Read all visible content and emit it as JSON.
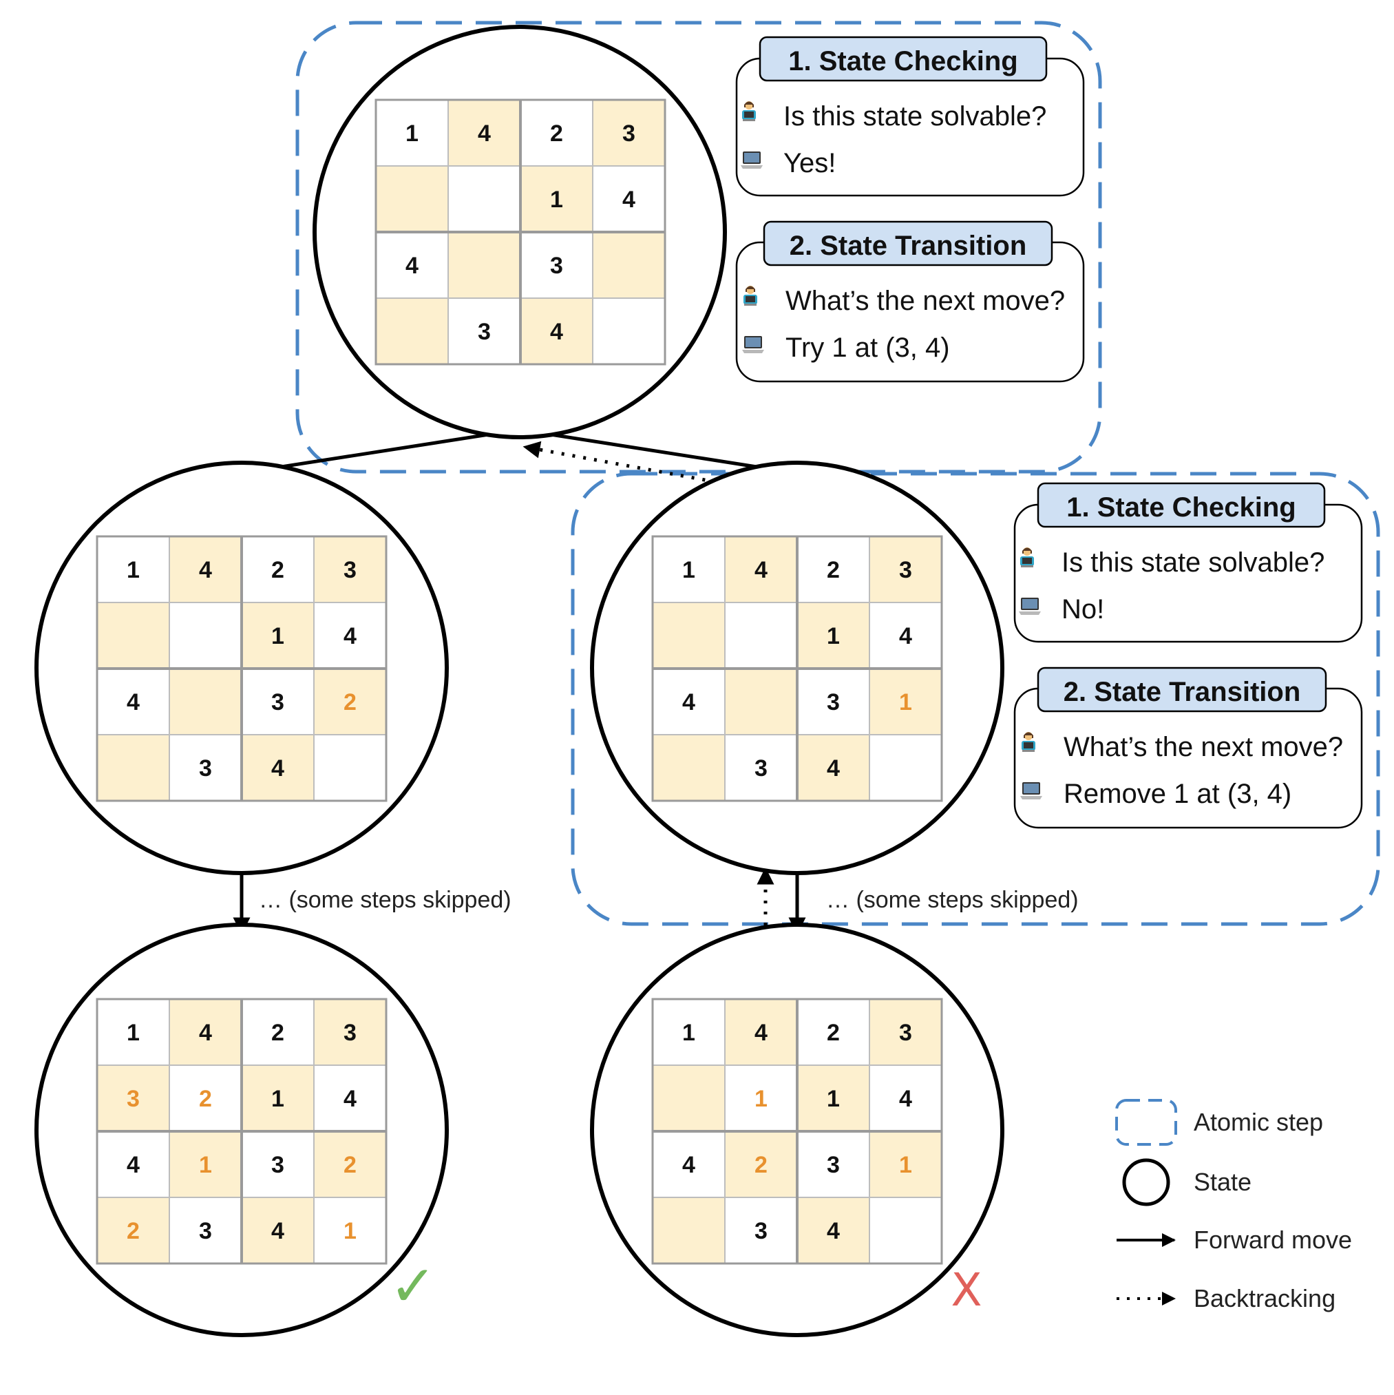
{
  "colors": {
    "shaded": "#fdf0cf",
    "plain": "#ffffff",
    "filled": "#e8912e",
    "given": "#111111",
    "dashed": "#4a86c6",
    "tab": "#cfe0f3",
    "success": "#74b95d",
    "failure": "#e0605a"
  },
  "icons": {
    "asker": "person-at-laptop-icon",
    "answerer": "laptop-icon"
  },
  "states": [
    {
      "name": "state-root",
      "cells": [
        [
          "1",
          "4",
          "2",
          "3"
        ],
        [
          "",
          "",
          "1",
          "4"
        ],
        [
          "4",
          "",
          "3",
          ""
        ],
        [
          "",
          "3",
          "4",
          ""
        ]
      ],
      "filled": []
    },
    {
      "name": "state-left",
      "cells": [
        [
          "1",
          "4",
          "2",
          "3"
        ],
        [
          "",
          "",
          "1",
          "4"
        ],
        [
          "4",
          "",
          "3",
          "2"
        ],
        [
          "",
          "3",
          "4",
          ""
        ]
      ],
      "filled": [
        [
          2,
          3
        ]
      ]
    },
    {
      "name": "state-right",
      "cells": [
        [
          "1",
          "4",
          "2",
          "3"
        ],
        [
          "",
          "",
          "1",
          "4"
        ],
        [
          "4",
          "",
          "3",
          "1"
        ],
        [
          "",
          "3",
          "4",
          ""
        ]
      ],
      "filled": [
        [
          2,
          3
        ]
      ]
    },
    {
      "name": "state-solved",
      "cells": [
        [
          "1",
          "4",
          "2",
          "3"
        ],
        [
          "3",
          "2",
          "1",
          "4"
        ],
        [
          "4",
          "1",
          "3",
          "2"
        ],
        [
          "2",
          "3",
          "4",
          "1"
        ]
      ],
      "filled": [
        [
          1,
          0
        ],
        [
          1,
          1
        ],
        [
          2,
          1
        ],
        [
          2,
          3
        ],
        [
          3,
          0
        ],
        [
          3,
          3
        ]
      ],
      "mark": "✓"
    },
    {
      "name": "state-dead-end",
      "cells": [
        [
          "1",
          "4",
          "2",
          "3"
        ],
        [
          "",
          "1",
          "1",
          "4"
        ],
        [
          "4",
          "2",
          "3",
          "1"
        ],
        [
          "",
          "3",
          "4",
          ""
        ]
      ],
      "filled": [
        [
          1,
          1
        ],
        [
          2,
          1
        ],
        [
          2,
          3
        ]
      ],
      "mark": "X"
    }
  ],
  "steps": [
    {
      "checking": {
        "title": "1. State Checking",
        "question": "Is this state solvable?",
        "answer": "Yes!"
      },
      "transition": {
        "title": "2. State Transition",
        "question": "What’s the next move?",
        "answer": "Try 1 at (3, 4)"
      }
    },
    {
      "checking": {
        "title": "1. State Checking",
        "question": "Is this state solvable?",
        "answer": "No!"
      },
      "transition": {
        "title": "2. State Transition",
        "question": "What’s the next move?",
        "answer": "Remove 1 at (3, 4)"
      }
    }
  ],
  "notes": {
    "skipped": "… (some steps skipped)"
  },
  "legend": {
    "atomic_step": "Atomic step",
    "state": "State",
    "forward_move": "Forward move",
    "backtracking": "Backtracking"
  }
}
